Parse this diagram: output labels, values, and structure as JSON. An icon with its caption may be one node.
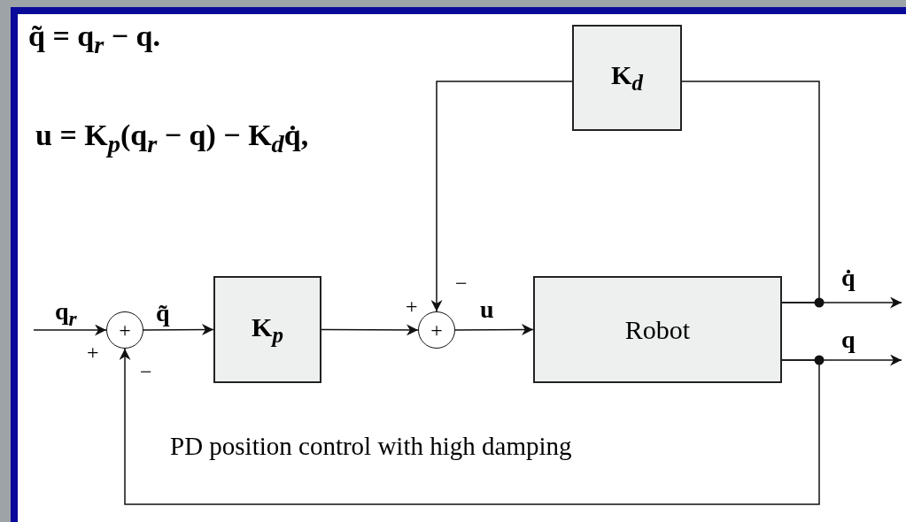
{
  "diagram": {
    "caption": "PD position control with high damping",
    "nodes": [
      {
        "text": [
          "+"
        ]
      },
      {
        "text": [
          "K$_{p}$"
        ]
      },
      {
        "text": [
          "+"
        ]
      },
      {
        "text": [
          "Robot"
        ]
      },
      {
        "text": [
          "K$_{d}$"
        ]
      }
    ],
    "edges": [
      {
        "from": null,
        "to": 0,
        "arrow": "to",
        "label": "q$_{r}$"
      },
      {
        "from": 0,
        "to": 1,
        "arrow": "to",
        "label": "q̃"
      },
      {
        "from": 1,
        "to": 2,
        "arrow": "to"
      },
      {
        "from": 2,
        "to": 3,
        "arrow": "to",
        "label": "u"
      },
      {
        "from": 3,
        "to": null,
        "arrow": "to",
        "label": "q̇"
      },
      {
        "from": 3,
        "to": 4,
        "arrow": "none"
      },
      {
        "from": 4,
        "to": 2,
        "arrow": "to"
      },
      {
        "from": 3,
        "to": null,
        "arrow": "to",
        "label": "q"
      },
      {
        "from": 3,
        "to": 0,
        "arrow": "to"
      }
    ],
    "labels": [
      "q̃ = q$_{r}$ − q.",
      "u = K$_{p}$(q$_{r}$ − q) − K$_{d}$q̇,",
      "−",
      "+",
      "+",
      "−"
    ]
  }
}
